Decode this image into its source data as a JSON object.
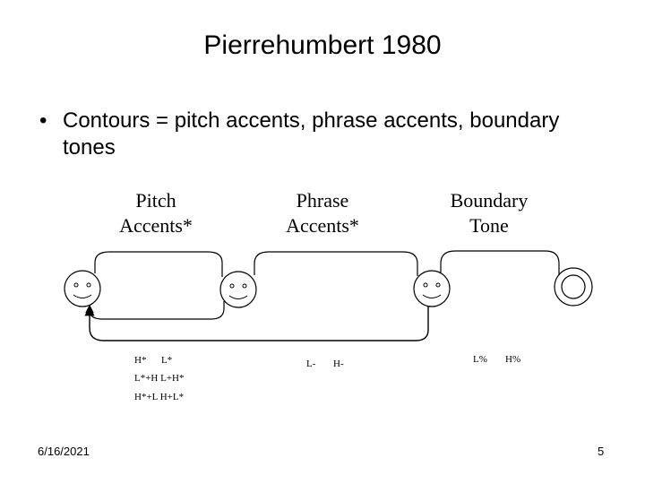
{
  "slide": {
    "title": "Pierrehumbert 1980",
    "bullet": "Contours = pitch accents, phrase accents, boundary tones",
    "bullet_symbol": "•"
  },
  "diagram": {
    "headers": {
      "pitch_line1": "Pitch",
      "pitch_line2": "Accents*",
      "phrase_line1": "Phrase",
      "phrase_line2": "Accents*",
      "boundary_line1": "Boundary",
      "boundary_line2": "Tone"
    },
    "pitch_accents": {
      "row1": [
        "H*",
        "L*"
      ],
      "row2": "L*+H L+H*",
      "row3": "H*+L H+L*"
    },
    "phrase_accents": [
      "L-",
      "H-"
    ],
    "boundary_tones": [
      "L%",
      "H%"
    ]
  },
  "footer": {
    "date": "6/16/2021",
    "page": "5"
  }
}
